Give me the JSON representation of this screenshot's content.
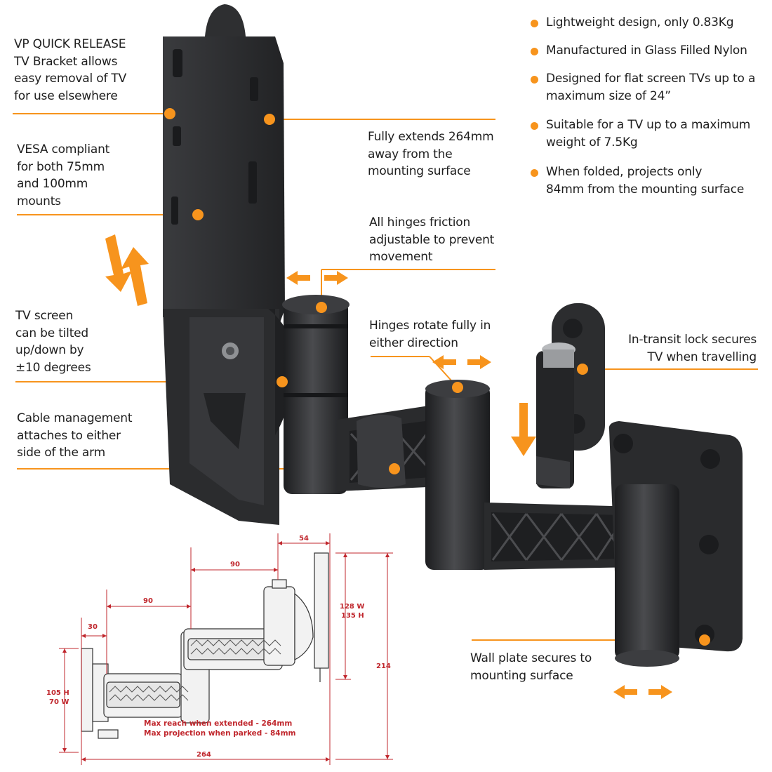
{
  "colors": {
    "accent": "#f7941d",
    "dimension": "#c0272d",
    "product": "#2a2b2d",
    "text": "#1e1e1e"
  },
  "callouts": {
    "vp_quick_release": "VP QUICK RELEASE\nTV Bracket allows\neasy removal of TV\nfor use elsewhere",
    "vesa": "VESA compliant\nfor both 75mm\nand 100mm\nmounts",
    "tilt": "TV screen\ncan be tilted\nup/down by\n±10 degrees",
    "cable": "Cable management\nattaches to either\nside of the arm",
    "extends": "Fully extends 264mm\naway from the\nmounting surface",
    "friction": "All hinges friction\nadjustable to prevent\nmovement",
    "rotate": "Hinges rotate fully in\neither direction",
    "transit": "In-transit lock secures\nTV when travelling",
    "wallplate": "Wall plate secures to\nmounting surface"
  },
  "features": [
    "Lightweight design, only 0.83Kg",
    "Manufactured in Glass Filled Nylon",
    "Designed for flat screen TVs up to a\nmaximum size of 24”",
    "Suitable for a TV up to a maximum\nweight of 7.5Kg",
    "When folded, projects only\n84mm from the mounting surface"
  ],
  "drawing": {
    "d54": "54",
    "d90a": "90",
    "d90b": "90",
    "d30": "30",
    "d264": "264",
    "d214": "214",
    "tv_w": "128 W",
    "tv_h": "135 H",
    "wall_h": "105 H",
    "wall_w": "70 W",
    "reach": "Max reach when extended - 264mm",
    "projection": "Max projection when parked - 84mm"
  }
}
